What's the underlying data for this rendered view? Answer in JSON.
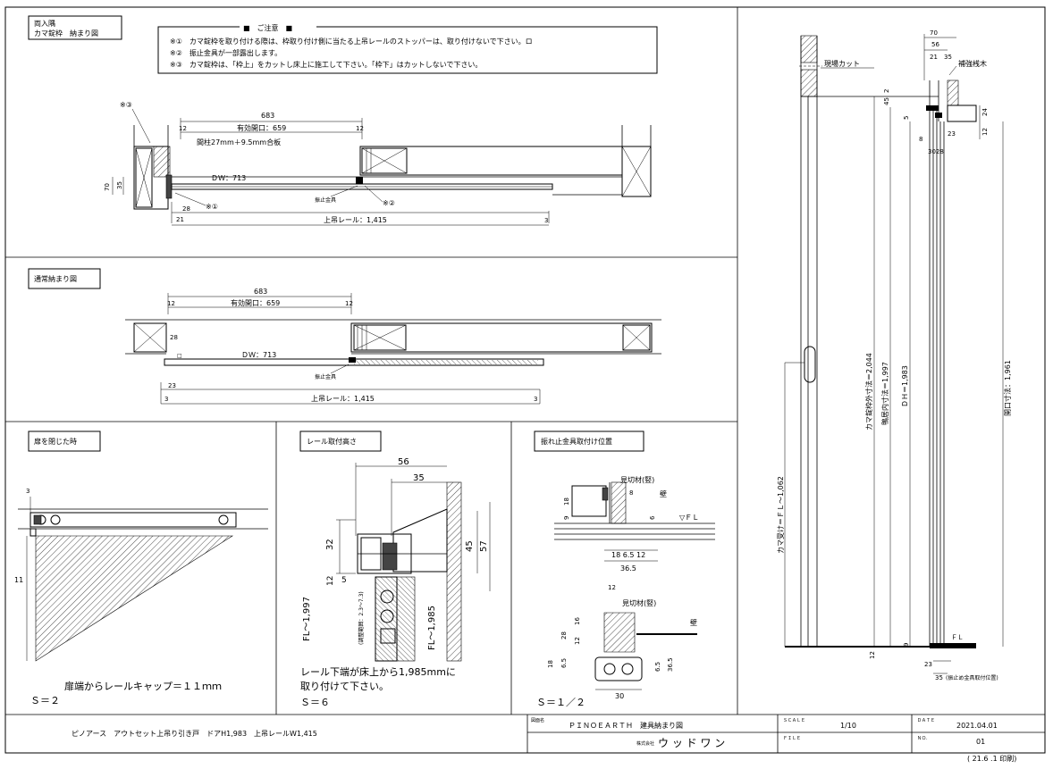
{
  "top_panel": {
    "title_line1": "両入隅",
    "title_line2": "カマ錠枠　納まり図",
    "notes_header": "■　ご注意　■",
    "notes": [
      "※①　カマ錠枠を取り付ける際は、枠取り付け側に当たる上吊レールのストッパーは、取り付けないで下さい。ロ",
      "※②　振止金具が一部露出します。",
      "※③　カマ錠枠は、「枠上」をカットし床上に施工して下さい。「枠下」はカットしないで下さい。"
    ],
    "dims": {
      "overall": "683",
      "opening": "有効開口：659",
      "left12": "12",
      "right12": "12",
      "post": "間柱27mm＋9.5mm合板",
      "dw": "ＤＷ：713",
      "h70": "70",
      "h35": "35",
      "d28": "28",
      "d21": "21",
      "rail": "上吊レール：1,415",
      "r3": "3",
      "fitting": "振止金具",
      "mark1": "※①",
      "mark2": "※②",
      "mark3": "※③"
    }
  },
  "mid_panel": {
    "title": "通常納まり図",
    "dims": {
      "overall": "683",
      "opening": "有効開口：659",
      "left12": "12",
      "right12": "12",
      "d28": "28",
      "dw": "ＤＷ：713",
      "d23": "23",
      "rail": "上吊レール：1,415",
      "l3": "3",
      "r3": "3",
      "fitting": "振止金具"
    }
  },
  "closed_panel": {
    "title": "扉を閉じた時",
    "d3": "3",
    "d11": "11",
    "note": "扉端からレールキャップ＝１１ｍｍ",
    "scale": "Ｓ＝２"
  },
  "rail_panel": {
    "title": "レール取付高さ",
    "d56": "56",
    "d35": "35",
    "d32": "32",
    "d45": "45",
    "d57": "57",
    "d12": "12",
    "d5": "5",
    "fl1997": "FL～1,997",
    "fl1985": "FL～1,985",
    "adjust": "(調整範囲：2.3～7.3)",
    "note_line1": "レール下端が床上から1,985mmに",
    "note_line2": "取り付けて下さい。",
    "scale": "Ｓ＝６"
  },
  "stopper_panel": {
    "title": "振れ止金具取付け位置",
    "mikiri1": "見切材(竪)",
    "wall1": "壁",
    "d9": "9",
    "d18": "18",
    "d8": "8",
    "d6": "6",
    "fl": "▽ＦＬ",
    "row": "18  6.5  12",
    "d365": "36.5",
    "d12": "12",
    "mikiri2": "見切材(竪)",
    "wall2": "壁",
    "d16": "16",
    "d28": "28",
    "d12b": "12",
    "d65": "6.5",
    "d18b": "18",
    "d65b": "6.5",
    "d365b": "36.5",
    "d30": "30",
    "scale": "Ｓ＝１／２"
  },
  "elevation": {
    "d70": "70",
    "d56": "56",
    "d21": "21",
    "d35": "35",
    "cut": "現場カット",
    "reinforce": "補強桟木",
    "d45": "45",
    "d2": "2",
    "d5": "5",
    "d12": "12",
    "d24": "24",
    "d8": "8",
    "d23": "23",
    "d3028": "3028",
    "outer": "カマ錠枠外寸法＝2,044",
    "inner": "鴨居内寸法＝1,997",
    "dh": "ＤＨ＝1,983",
    "opening": "開口寸法：1,961",
    "receiver": "カマ受け＝ＦＬ～1,062",
    "d9": "9",
    "d12b": "12",
    "fl": "ＦＬ",
    "d23b": "23",
    "d35b": "35",
    "stop_note": "(振止め金具取付位置)"
  },
  "title_block": {
    "product": "ピノアース　アウトセット上吊り引き戸　ドアH1,983　上吊レールW1,415",
    "drawing_label": "図面名",
    "drawing_name": "ＰＩＮＯＥＡＲＴＨ　建具納まり図",
    "company_label": "株式会社",
    "company": "ウ ッ ド ワ ン",
    "scale_label": "ＳＣＡＬＥ",
    "scale": "1/10",
    "file_label": "ＦＩＬＥ",
    "date_label": "ＤＡＴＥ",
    "date": "2021.04.01",
    "no_label": "ＮＯ.",
    "no": "01",
    "print": "( 21.6 .1 印刷)"
  }
}
